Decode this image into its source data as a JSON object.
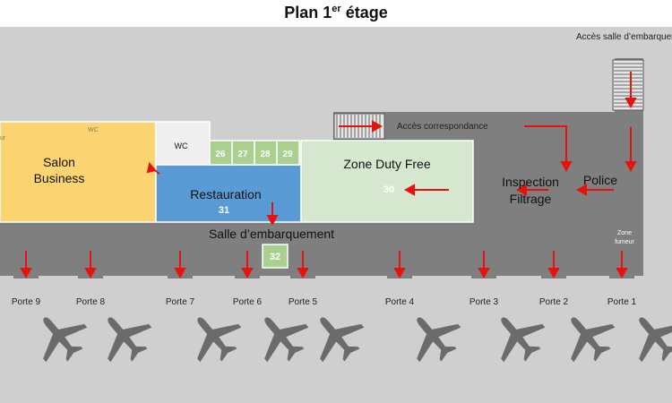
{
  "title": {
    "main": "Plan 1",
    "sup": "er",
    "rest": " étage"
  },
  "labels": {
    "acces_salle": "Accès salle d’embarquement",
    "acces_correspondance": "Accès correspondance",
    "salon_line1": "Salon",
    "salon_line2": "Business",
    "salon_wc": "WC",
    "salon_edge": "ur",
    "wc": "WC",
    "duty_free": "Zone Duty Free",
    "duty_free_num": "30",
    "restauration": "Restauration",
    "restauration_num": "31",
    "salle": "Salle d’embarquement",
    "salle_num": "32",
    "inspection_line1": "Inspection",
    "inspection_line2": "Filtrage",
    "police": "Police",
    "zone_fumeur_line1": "Zone",
    "zone_fumeur_line2": "fumeur"
  },
  "shops": [
    "26",
    "27",
    "28",
    "29"
  ],
  "gates": [
    "Porte 9",
    "Porte 8",
    "Porte 7",
    "Porte 6",
    "Porte 5",
    "Porte 4",
    "Porte 3",
    "Porte 2",
    "Porte 1"
  ],
  "colors": {
    "floor_light": "#cfcfcf",
    "floor_dark": "#7f7f7f",
    "salon": "#fcd472",
    "restauration": "#5b9bd5",
    "duty_free": "#d6e7cf",
    "shop": "#a9d08e",
    "arrow": "#e8120c",
    "plane": "#6b6b6b"
  }
}
